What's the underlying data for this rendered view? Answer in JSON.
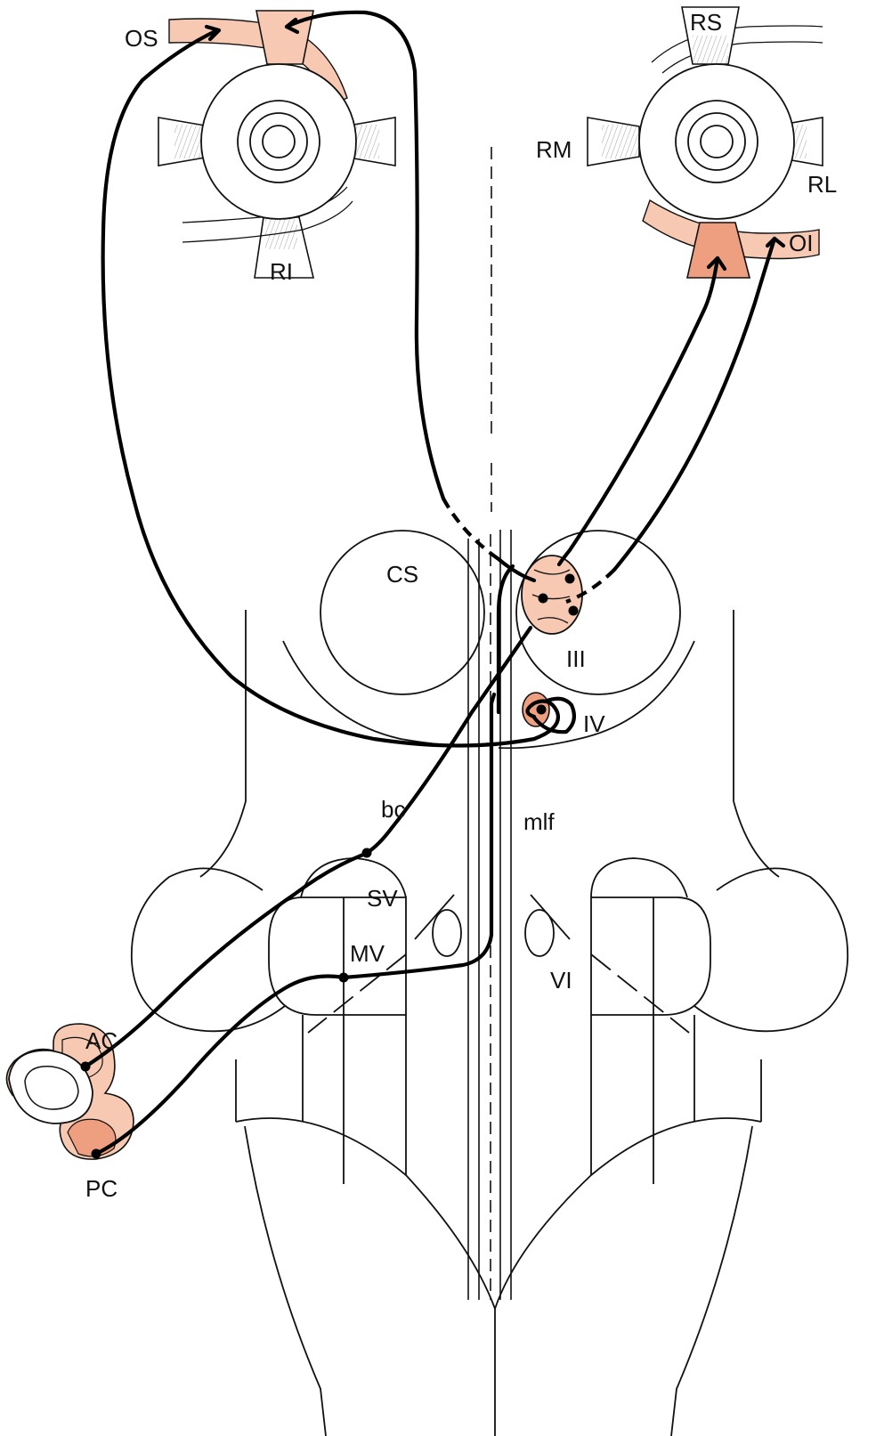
{
  "labels": {
    "os": "OS",
    "rs": "RS",
    "rm": "RM",
    "rl": "RL",
    "oi": "OI",
    "ri": "RI",
    "cs": "CS",
    "iii": "III",
    "iv": "IV",
    "bc": "bc",
    "mlf": "mlf",
    "sv": "SV",
    "mv": "MV",
    "vi": "VI",
    "ac": "AC",
    "pc": "PC"
  },
  "colors": {
    "line": "#111111",
    "highlight_light": "#f7c9b3",
    "highlight_dark": "#ee9f80",
    "muscle_fill": "#ffffff"
  }
}
